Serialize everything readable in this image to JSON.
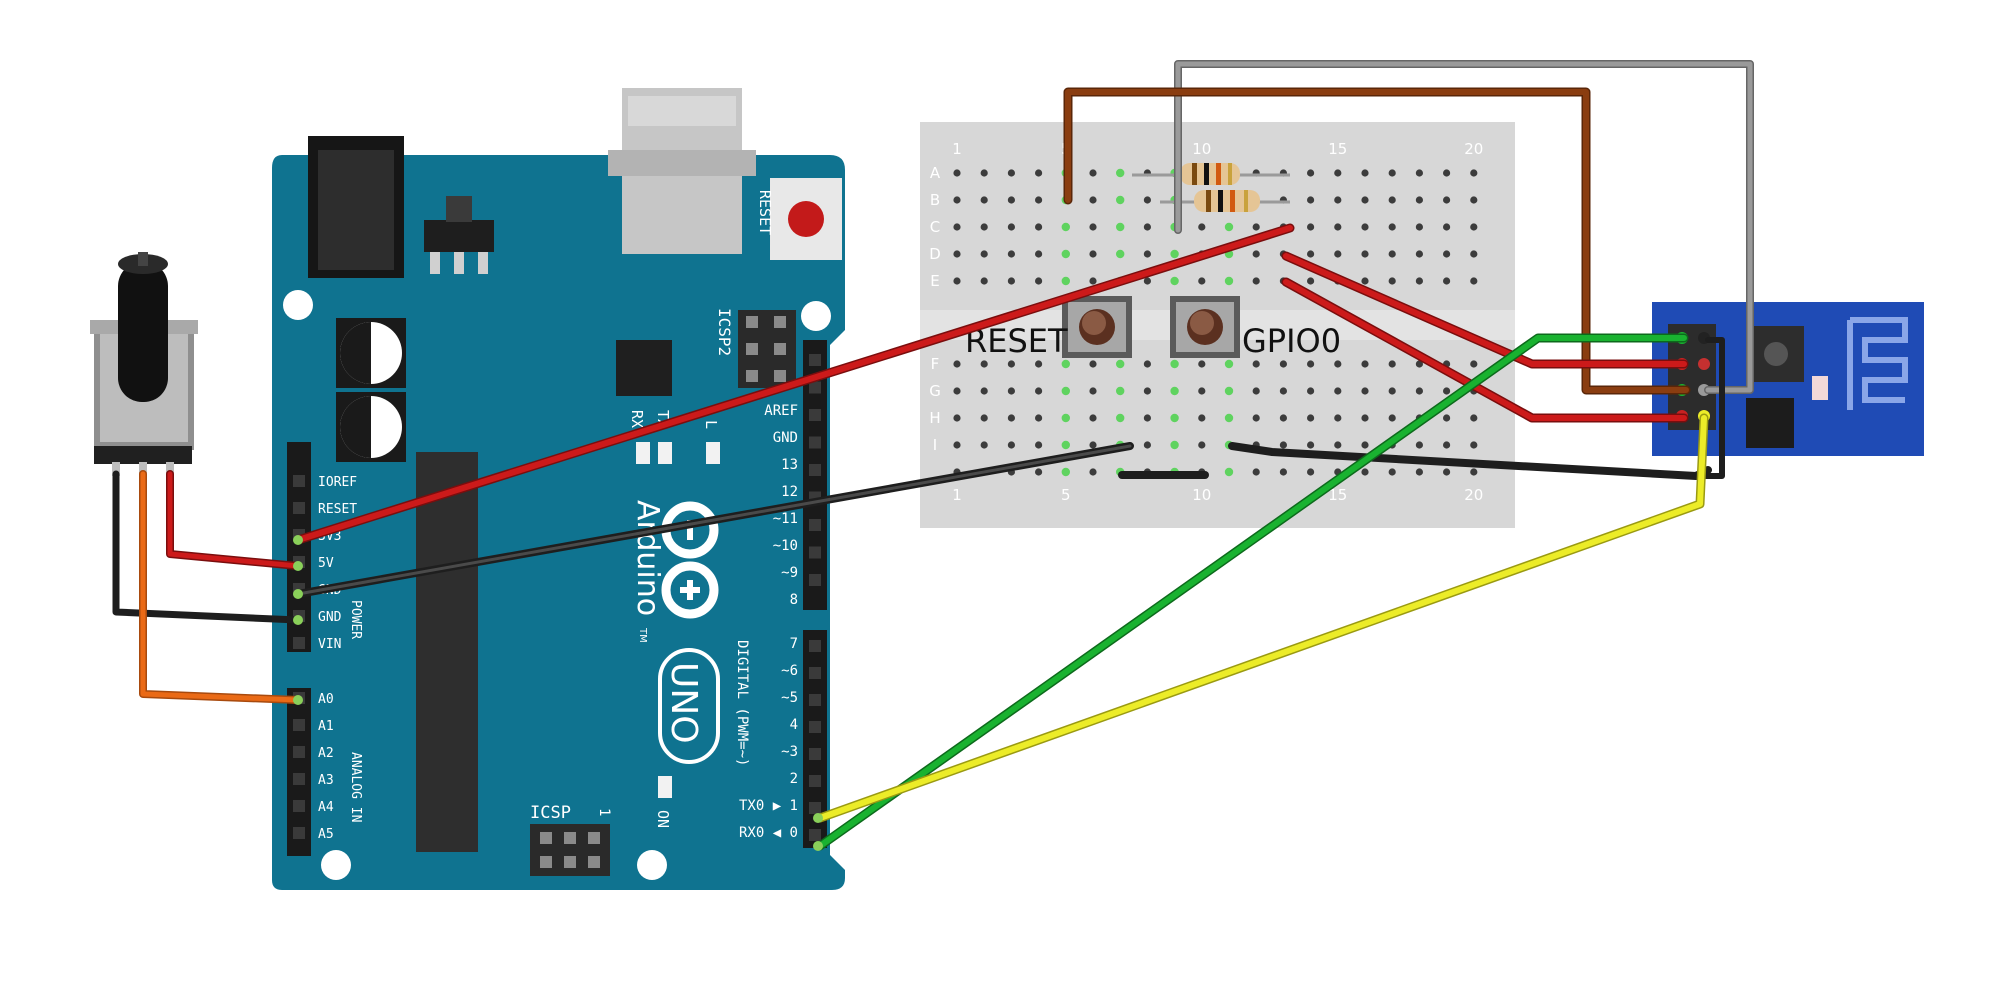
{
  "breadboard": {
    "row_labels_top": [
      "A",
      "B",
      "C",
      "D",
      "E"
    ],
    "row_labels_bottom": [
      "F",
      "G",
      "H",
      "I"
    ],
    "col_labels": [
      "1",
      "5",
      "10",
      "15",
      "20"
    ]
  },
  "buttons": {
    "reset_label": "RESET",
    "gpio0_label": "GPIO0"
  },
  "arduino": {
    "reset_label": "RESET",
    "icsp2_label": "ICSP2",
    "icsp_label": "ICSP",
    "icsp_pin1": "1",
    "brand": "Arduino",
    "tm": "TM",
    "model": "UNO",
    "on_label": "ON",
    "led_rx": "RX",
    "led_tx": "TX",
    "led_l": "L",
    "power_label": "POWER",
    "analog_label": "ANALOG IN",
    "digital_label": "DIGITAL (PWM=~)",
    "power_pins": [
      "IOREF",
      "RESET",
      "3V3",
      "5V",
      "GND",
      "GND",
      "VIN"
    ],
    "analog_pins": [
      "A0",
      "A1",
      "A2",
      "A3",
      "A4",
      "A5"
    ],
    "digital_top_pins": [
      "AREF",
      "GND",
      "13",
      "12",
      "~11",
      "~10",
      "~9",
      "8"
    ],
    "digital_bottom_pins": [
      "7",
      "~6",
      "~5",
      "4",
      "~3",
      "2",
      "TX0 ▶ 1",
      "RX0 ◀ 0"
    ]
  },
  "colors": {
    "board": "#0f7390",
    "wire_red": "#cc1a1a",
    "wire_black": "#1e1e1e",
    "wire_green": "#19b230",
    "wire_yellow": "#ecec28",
    "wire_orange": "#ea6a16",
    "wire_brown": "#8a3d10",
    "wire_gray": "#9a9a9a",
    "esp_board": "#1f4bb5"
  }
}
